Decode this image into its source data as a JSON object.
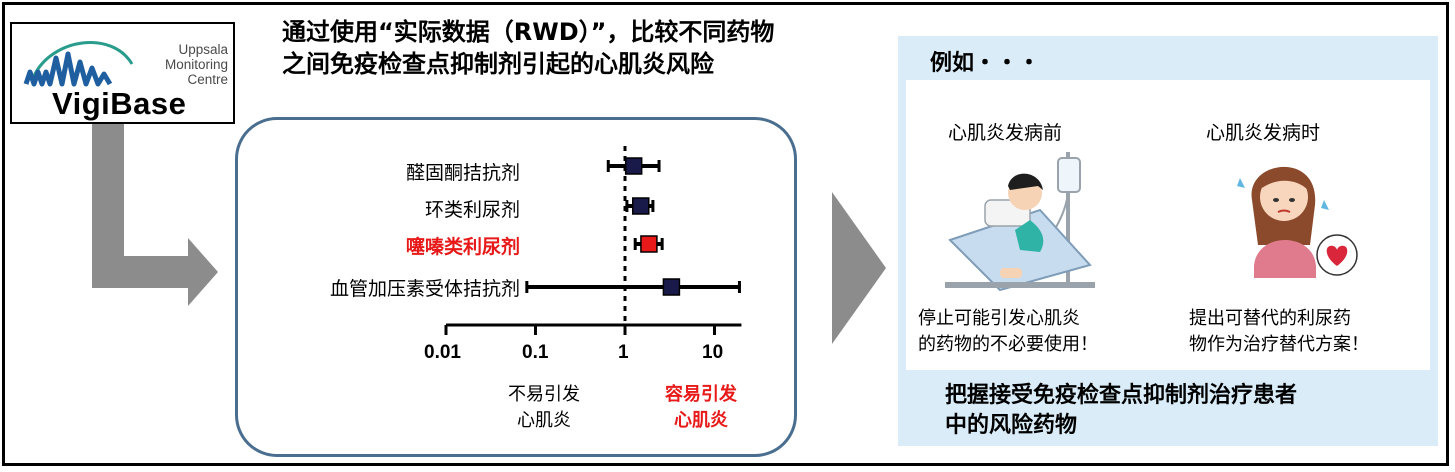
{
  "logo": {
    "org_lines": [
      "Uppsala",
      "Monitoring",
      "Centre"
    ],
    "name": "VigiBase"
  },
  "intro": "通过使用“实际数据（RWD）”，比较不同药物之间免疫检查点抑制剂引起的心肌炎风险",
  "forest": {
    "drugs": [
      "醛固酮拮抗剂",
      "环类利尿剂",
      "噻嗪类利尿剂",
      "血管加压素受体拮抗剂"
    ],
    "ticks": [
      "0.01",
      "0.1",
      "1",
      "10"
    ],
    "low_label": [
      "不易引发",
      "心肌炎"
    ],
    "high_label": [
      "容易引发",
      "心肌炎"
    ]
  },
  "chart_data": {
    "type": "forest",
    "x_scale": "log",
    "xlim": [
      0.01,
      20
    ],
    "reference_line": 1,
    "ticks": [
      0.01,
      0.1,
      1,
      10
    ],
    "series": [
      {
        "label": "醛固酮拮抗剂",
        "estimate": 1.25,
        "ci": [
          0.65,
          2.4
        ],
        "highlight": false
      },
      {
        "label": "环类利尿剂",
        "estimate": 1.5,
        "ci": [
          1.05,
          2.05
        ],
        "highlight": false
      },
      {
        "label": "噻嗪类利尿剂",
        "estimate": 1.85,
        "ci": [
          1.3,
          2.6
        ],
        "highlight": true
      },
      {
        "label": "血管加压素受体拮抗剂",
        "estimate": 3.3,
        "ci": [
          0.08,
          19
        ],
        "highlight": false
      }
    ]
  },
  "example": {
    "title": "例如・・・",
    "before_title": "心肌炎发病前",
    "during_title": "心肌炎发病时",
    "before_text": [
      "停止可能引发心肌炎",
      "的药物的不必要使用！"
    ],
    "during_text": [
      "提出可替代的利尿药",
      "物作为治疗替代方案！"
    ],
    "bottom_text": [
      "把握接受免疫检查点抑制剂治疗患者",
      "中的风险药物"
    ]
  },
  "colors": {
    "highlight": "#e81919",
    "marker": "#1a1a4a",
    "panel": "#d9ecf8",
    "box_border": "#4a6e8f",
    "logo_teal": "#2a9c8c",
    "logo_blue": "#1f5fa0"
  }
}
